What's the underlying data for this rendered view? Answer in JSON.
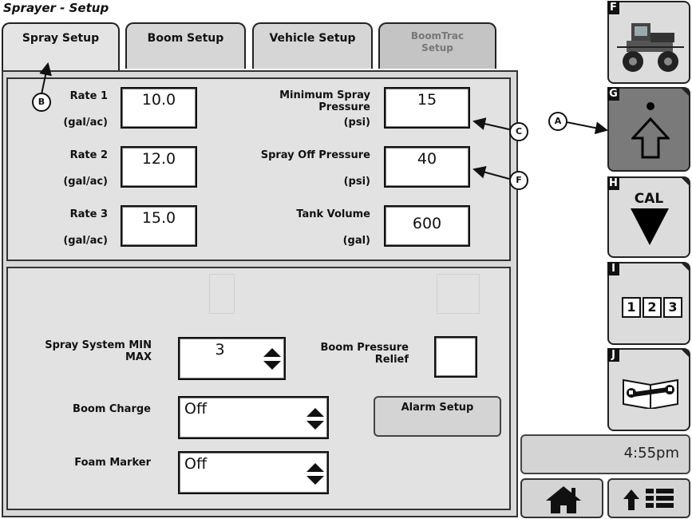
{
  "header": {
    "title": "Sprayer - Setup"
  },
  "tabs": [
    {
      "label": "Spray Setup"
    },
    {
      "label": "Boom Setup"
    },
    {
      "label": "Vehicle Setup"
    },
    {
      "label": "BoomTrac Setup"
    }
  ],
  "rates": [
    {
      "label": "Rate 1",
      "unit": "(gal/ac)",
      "value": "10.0"
    },
    {
      "label": "Rate 2",
      "unit": "(gal/ac)",
      "value": "12.0"
    },
    {
      "label": "Rate 3",
      "unit": "(gal/ac)",
      "value": "15.0"
    }
  ],
  "pressure": {
    "min_label": "Minimum Spray Pressure",
    "min_unit": "(psi)",
    "min_value": "15",
    "off_label": "Spray Off Pressure",
    "off_unit": "(psi)",
    "off_value": "40",
    "tank_label": "Tank Volume",
    "tank_unit": "(gal)",
    "tank_value": "600"
  },
  "lower": {
    "spray_system_label": "Spray System MIN MAX",
    "spray_system_value": "3",
    "boom_pressure_relief_label": "Boom Pressure Relief",
    "boom_charge_label": "Boom Charge",
    "boom_charge_value": "Off",
    "foam_marker_label": "Foam Marker",
    "foam_marker_value": "Off",
    "alarm_setup_label": "Alarm Setup"
  },
  "side_buttons": [
    {
      "letter": "F",
      "icon": "sprayer-vehicle-icon"
    },
    {
      "letter": "G",
      "icon": "up-arrow-icon"
    },
    {
      "letter": "H",
      "icon": "cal-down-arrow-icon",
      "text": "CAL"
    },
    {
      "letter": "I",
      "icon": "numeric-123-icon",
      "digits": [
        "1",
        "2",
        "3"
      ]
    },
    {
      "letter": "J",
      "icon": "wrench-book-icon"
    }
  ],
  "status": {
    "time": "4:55pm"
  },
  "callouts": {
    "a": "A",
    "b": "B",
    "c": "C",
    "f": "F"
  }
}
